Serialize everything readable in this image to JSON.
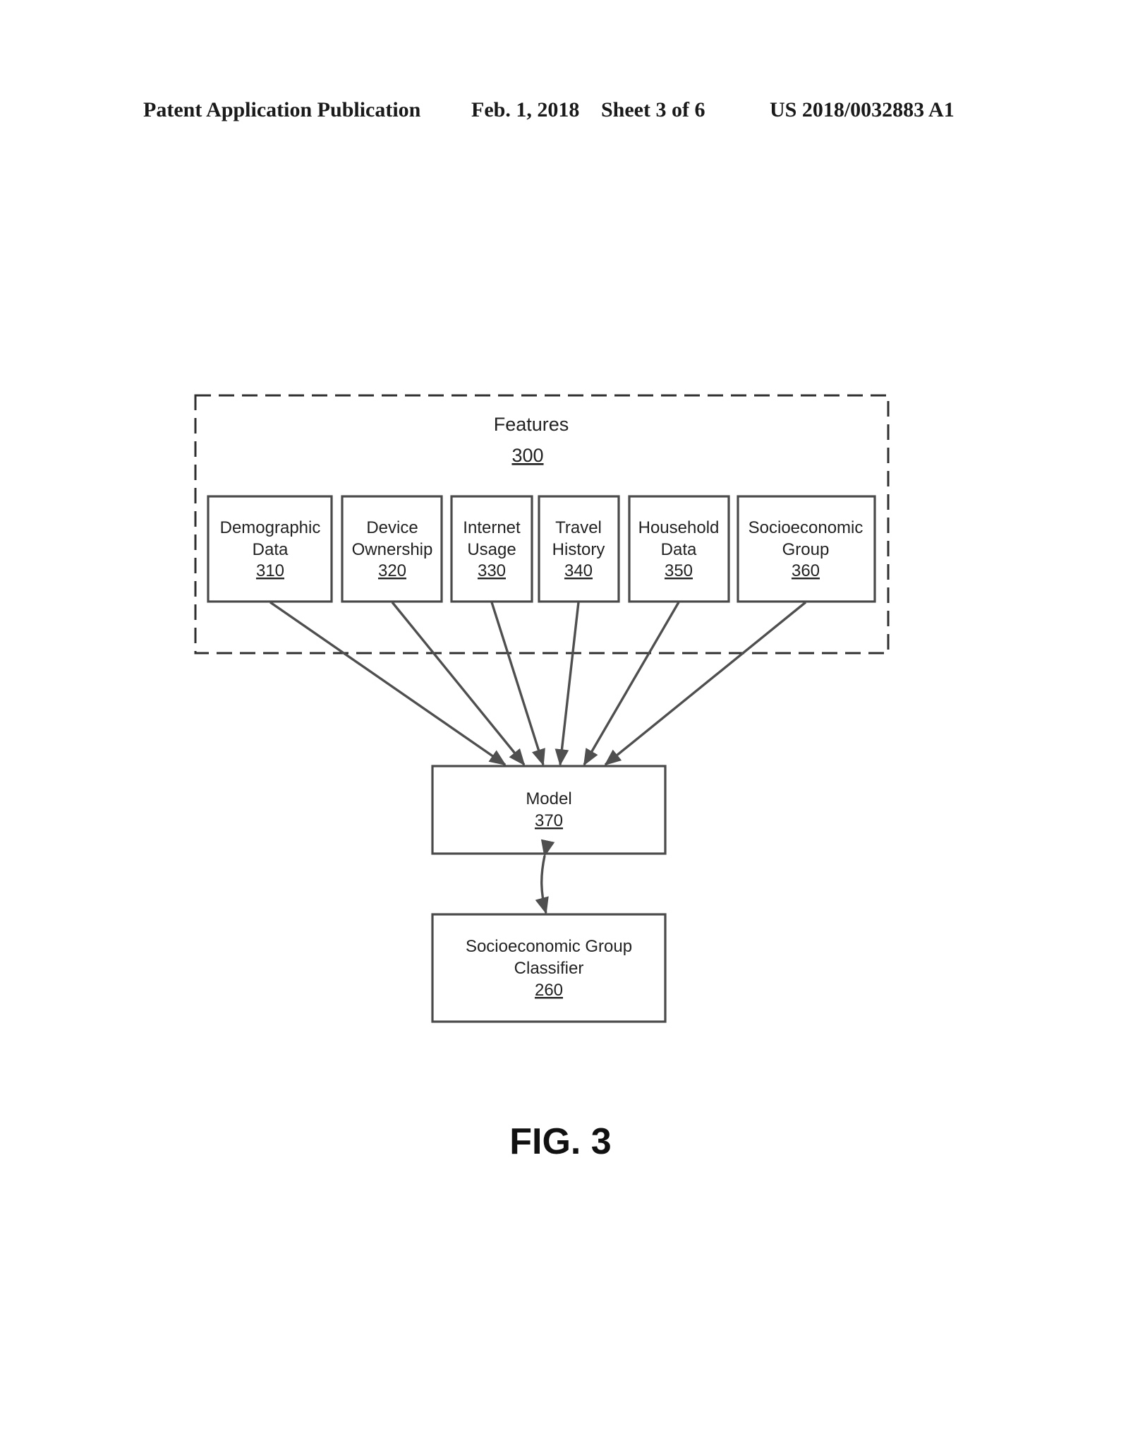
{
  "header": {
    "publication": "Patent Application Publication",
    "date": "Feb. 1, 2018",
    "sheet": "Sheet 3 of 6",
    "number": "US 2018/0032883 A1"
  },
  "features_group": {
    "title": "Features",
    "ref": "300"
  },
  "feature_boxes": [
    {
      "line1": "Demographic",
      "line2": "Data",
      "ref": "310"
    },
    {
      "line1": "Device",
      "line2": "Ownership",
      "ref": "320"
    },
    {
      "line1": "Internet",
      "line2": "Usage",
      "ref": "330"
    },
    {
      "line1": "Travel",
      "line2": "History",
      "ref": "340"
    },
    {
      "line1": "Household",
      "line2": "Data",
      "ref": "350"
    },
    {
      "line1": "Socioeconomic",
      "line2": "Group",
      "ref": "360"
    }
  ],
  "model": {
    "title": "Model",
    "ref": "370"
  },
  "classifier": {
    "line1": "Socioeconomic Group",
    "line2": "Classifier",
    "ref": "260"
  },
  "figure_label": "FIG. 3"
}
